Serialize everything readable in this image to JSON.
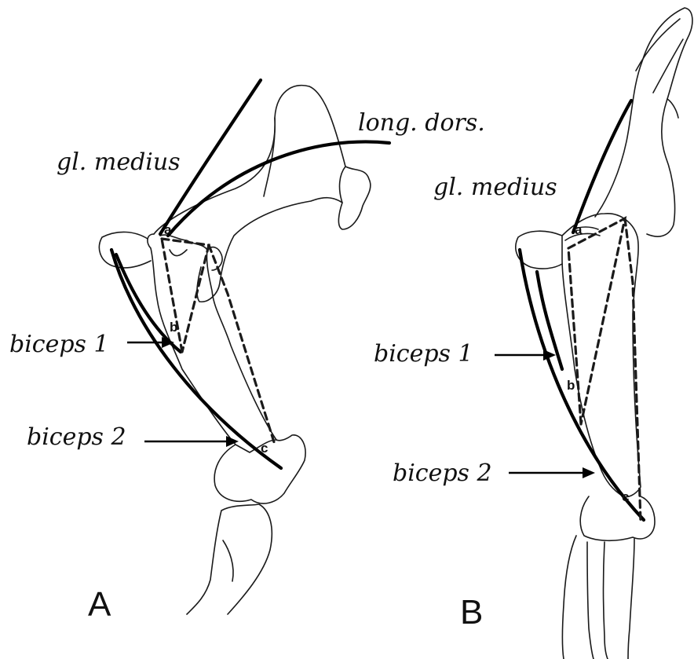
{
  "panels": [
    {
      "id": "A",
      "label": "A",
      "muscles": {
        "long_dors": "long. dors.",
        "gl_medius": "gl. medius",
        "biceps1": "biceps 1",
        "biceps2": "biceps 2"
      },
      "points": {
        "a": "a",
        "b": "b",
        "c": "c"
      }
    },
    {
      "id": "B",
      "label": "B",
      "muscles": {
        "gl_medius": "gl. medius",
        "biceps1": "biceps 1",
        "biceps2": "biceps 2"
      },
      "points": {
        "a": "a",
        "b": "b",
        "c": "c"
      }
    }
  ]
}
